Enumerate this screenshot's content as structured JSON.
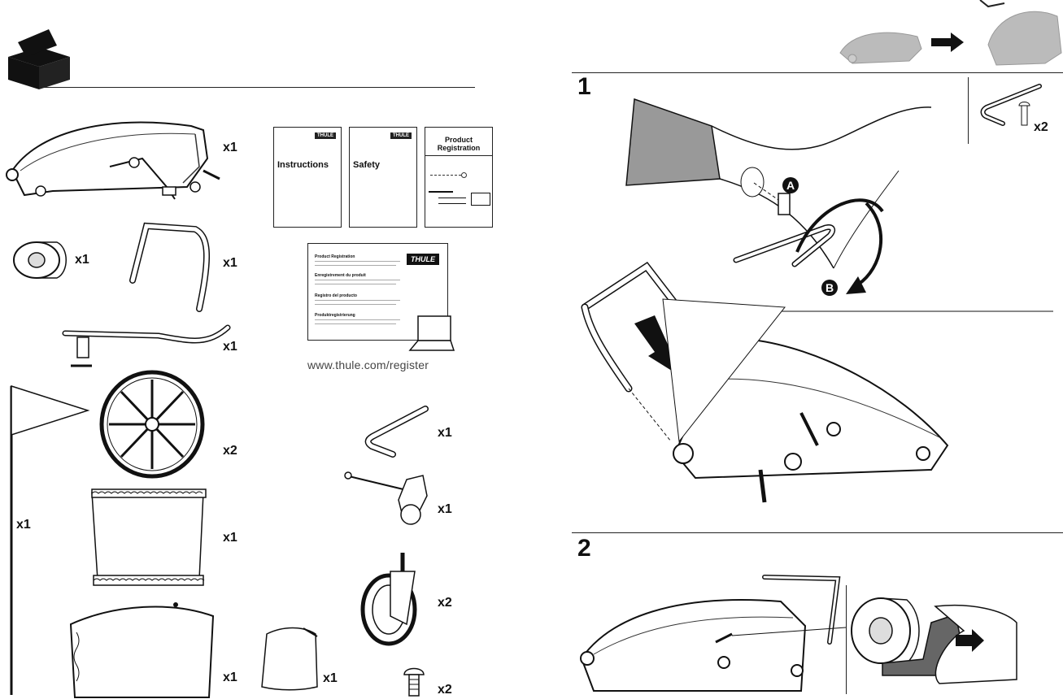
{
  "contents": {
    "quantities": {
      "trailer": "x1",
      "bumper": "x1",
      "handlebar": "x1",
      "tow_arm": "x1",
      "flag": "x1",
      "wheels": "x2",
      "rain_cover": "x1",
      "cover": "x1",
      "bag": "x1",
      "hex_key": "x1",
      "hitch": "x1",
      "stroller_wheels": "x2",
      "bolts": "x2"
    },
    "docs": {
      "instructions": "Instructions",
      "safety": "Safety",
      "product_registration": "Product\nRegistration",
      "brand_tag": "THULE"
    },
    "registration_card": {
      "brand": "THULE",
      "lines": [
        "Product Registration",
        "Enregistrement du produit",
        "Registro del producto",
        "Produktregistrierung"
      ]
    },
    "register_url": "www.thule.com/register"
  },
  "steps": {
    "step1": {
      "number": "1",
      "label_a": "A",
      "label_b": "B",
      "parts_qty": "x2"
    },
    "step2": {
      "number": "2"
    }
  }
}
